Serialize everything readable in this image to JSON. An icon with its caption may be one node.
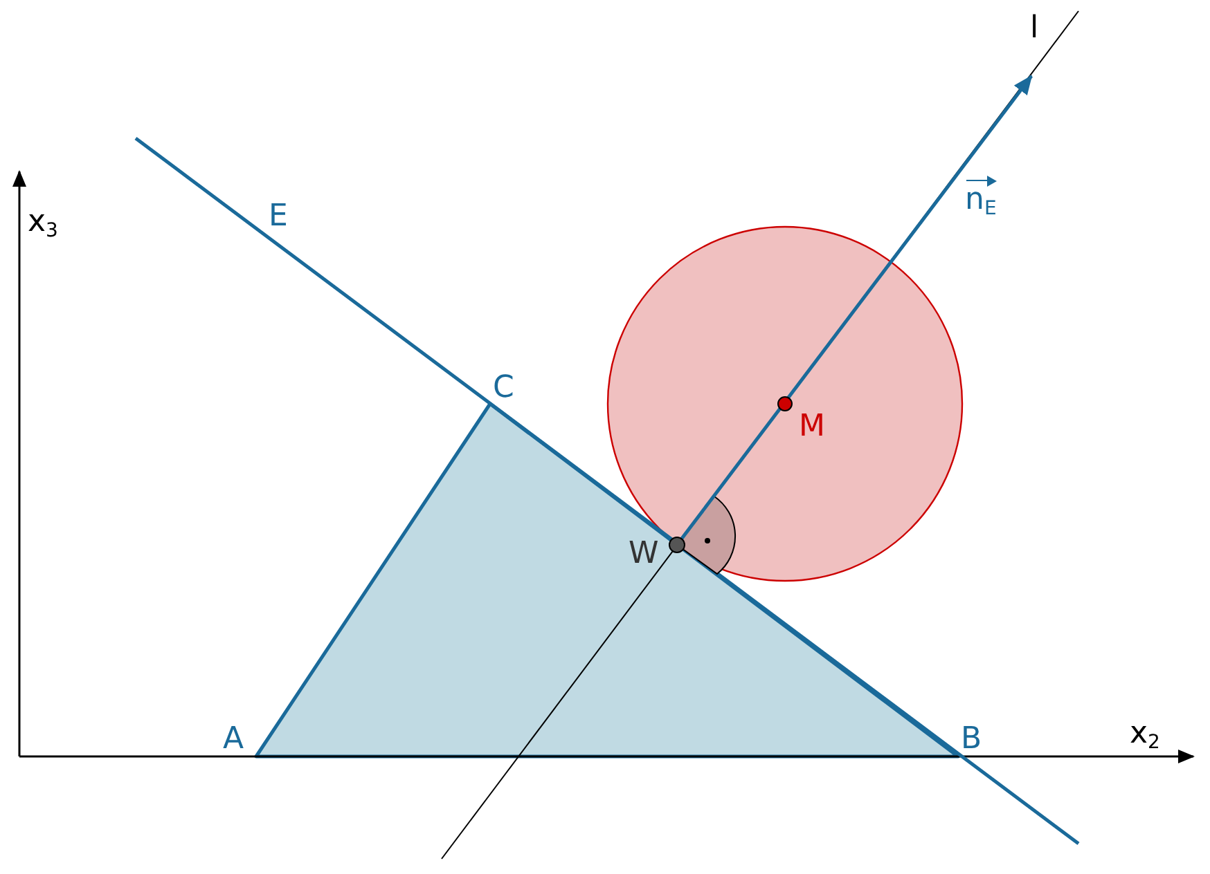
{
  "diagram": {
    "labels": [
      "l",
      "n$_{E}$",
      "x$_{3}$",
      "E",
      "C",
      "M",
      "W",
      "x$_{2}$",
      "A",
      "B"
    ]
  }
}
